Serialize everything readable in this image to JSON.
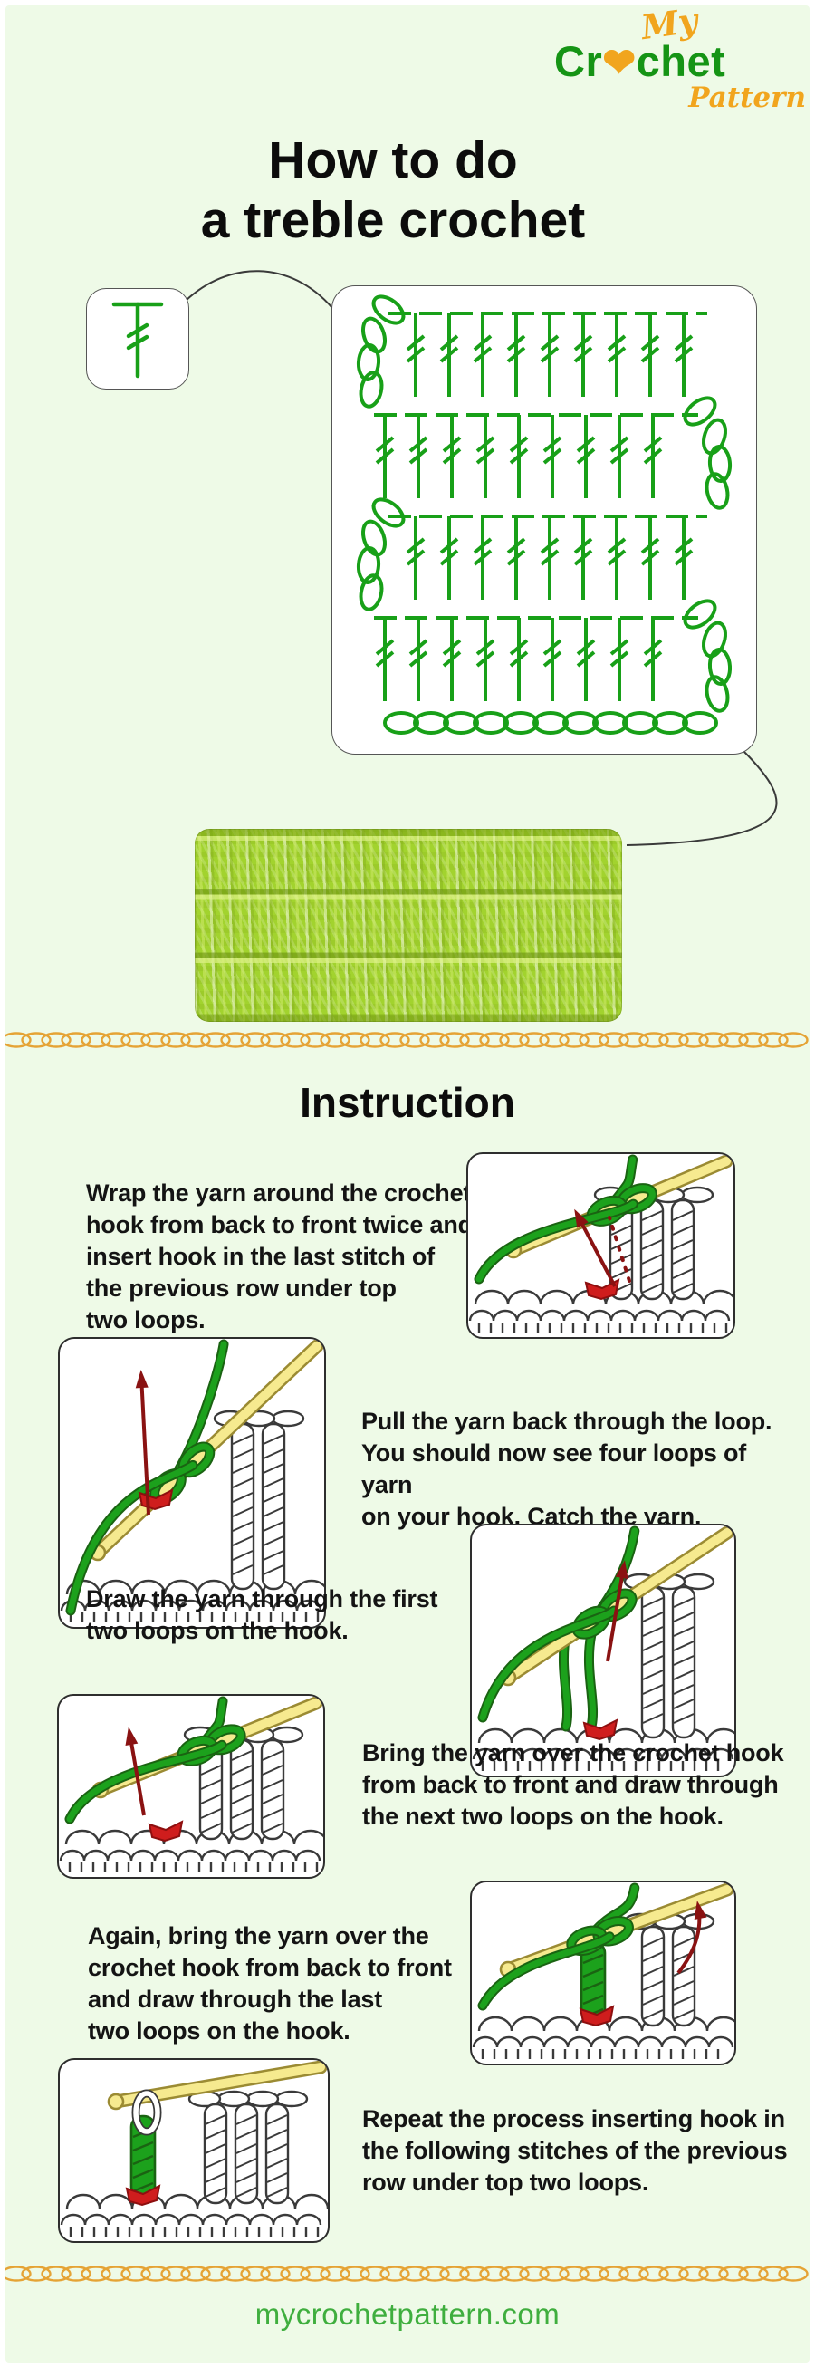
{
  "page": {
    "background": "#eefae7",
    "footer_url": "mycrochetpattern.com"
  },
  "logo": {
    "my": "My",
    "cr": "Cr",
    "heart": "❤",
    "chet": "chet",
    "pattern": "Pattern",
    "green": "#159415",
    "orange": "#f1a51e"
  },
  "title": {
    "line1": "How to do",
    "line2": "a treble crochet"
  },
  "section_heading": "Instruction",
  "diagram": {
    "rows": 4,
    "stitches_per_row": 9,
    "turning_chain_count": 4,
    "foundation_chain_count": 11,
    "symbol_color": "#18a018",
    "description": "treble crochet stitch chart with turning chains and foundation chain"
  },
  "swatch": {
    "description": "photo of a green treble crochet swatch",
    "yarn_color": "#a2d32e"
  },
  "steps": [
    {
      "text": "Wrap the yarn around the crochet\nhook from back to front twice and\ninsert hook in the last stitch of\nthe previous row under top\ntwo loops."
    },
    {
      "text": "Pull the yarn back through the loop.\nYou should now see four loops of yarn\non your hook. Catch the yarn."
    },
    {
      "text": "Draw the yarn through the first\ntwo loops on the hook."
    },
    {
      "text": "Bring the yarn over the crochet hook\nfrom back to front and draw through\nthe next two loops on the hook."
    },
    {
      "text": "Again, bring the yarn over the\ncrochet hook from back to front\nand draw through the last\ntwo loops on the hook."
    },
    {
      "text": "Repeat the process inserting hook in\nthe following stitches of the previous\nrow under top two loops."
    }
  ],
  "colors": {
    "accent_green": "#18a018",
    "logo_orange": "#f1a51e",
    "divider_gold": "#e5a335",
    "step_red": "#cf1d1d",
    "hook_yellow": "#f6ea8f"
  }
}
